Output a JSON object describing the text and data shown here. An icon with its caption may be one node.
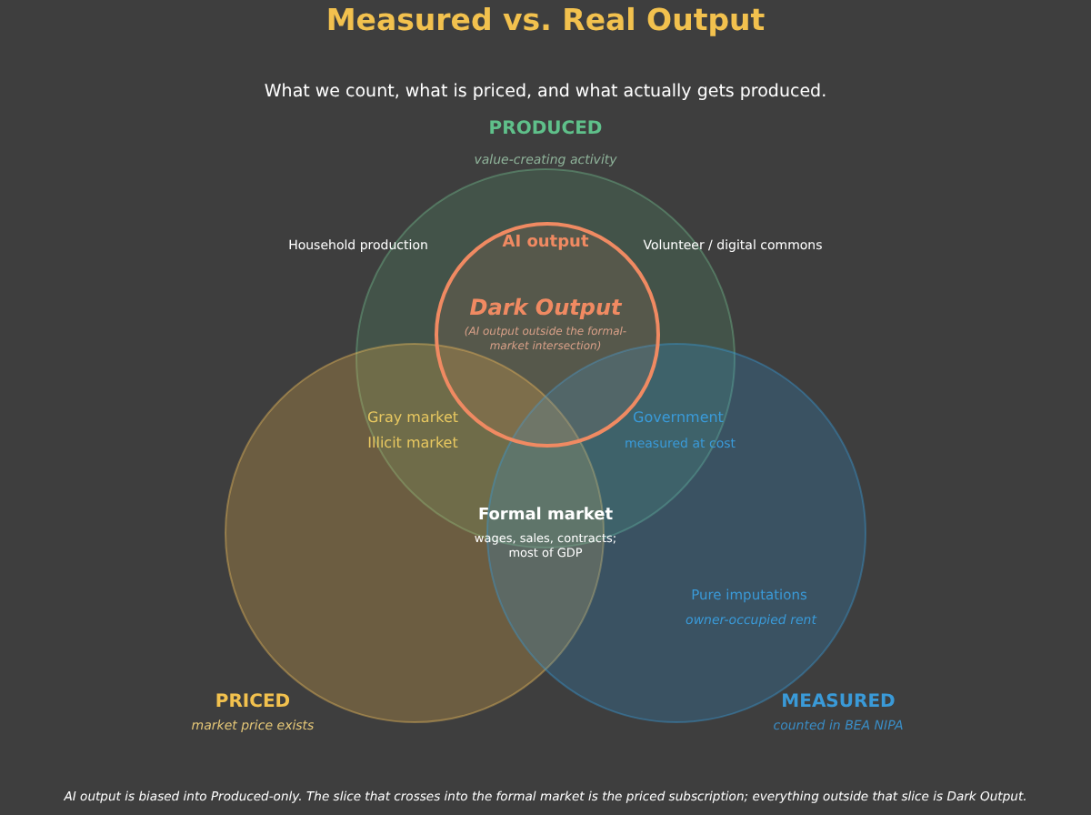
{
  "diagram": {
    "title": "Measured vs. Real Output",
    "caption": "AI output is biased into Produced-only. The slice that crosses into the formal market is the priced subscription; everything outside that slice is Dark Output.",
    "nodes": [
      {
        "text": [
          "PRODUCED",
          "value-creating activity"
        ]
      },
      {
        "text": [
          "PRICED",
          "market price exists"
        ]
      },
      {
        "text": [
          "MEASURED",
          "counted in BEA NIPA"
        ]
      },
      {
        "text": [
          "AI output",
          "Dark Output",
          "(AI output outside the formal-market intersection)"
        ],
        "in": 0
      }
    ],
    "labels": [
      "What we count, what is priced, and what actually gets produced.",
      "Household production",
      "Volunteer / digital commons",
      "Gray market",
      "Illicit market",
      "Government",
      "measured at cost",
      "Formal market",
      "wages, sales, contracts; most of GDP",
      "Pure imputations",
      "owner-occupied rent"
    ]
  }
}
